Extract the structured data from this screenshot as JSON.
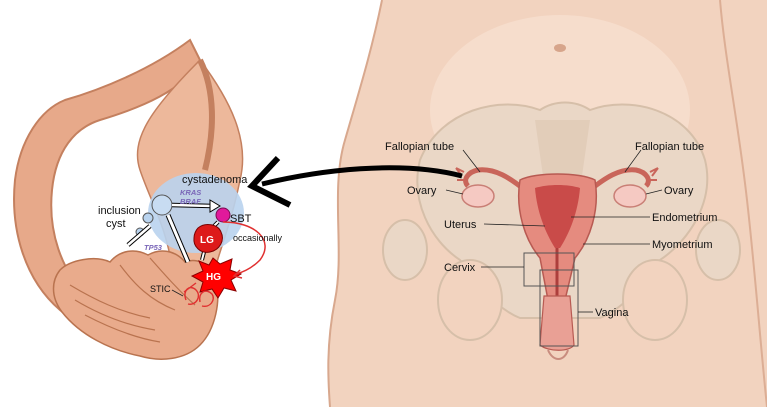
{
  "left_panel": {
    "labels": {
      "cystadenoma": "cystadenoma",
      "inclusion_cyst": [
        "inclusion",
        "cyst"
      ],
      "sbt": "SBT",
      "lg": "LG",
      "hg": "HG",
      "stic": "STIC",
      "occasionally": "occasionally"
    },
    "genes": {
      "kras": "KRAS",
      "braf": "BRAF",
      "tp53": "TP53"
    }
  },
  "right_panel": {
    "labels": {
      "fallopian_tube_left": "Fallopian tube",
      "fallopian_tube_right": "Fallopian tube",
      "ovary_left": "Ovary",
      "ovary_right": "Ovary",
      "uterus": "Uterus",
      "endometrium": "Endometrium",
      "myometrium": "Myometrium",
      "cervix": "Cervix",
      "vagina": "Vagina"
    }
  },
  "colors": {
    "skin": "#f2d3bf",
    "skin_shadow": "#dcae95",
    "tissue": "#e7a98a",
    "tube": "#d9806a",
    "uterus": "#e58b7f",
    "cyst_blue": "#b9d3ee",
    "lg_red": "#dd1a1a",
    "hg_red": "#ff0000",
    "sbt_magenta": "#e0199b",
    "occasionally_red": "#e03030"
  }
}
